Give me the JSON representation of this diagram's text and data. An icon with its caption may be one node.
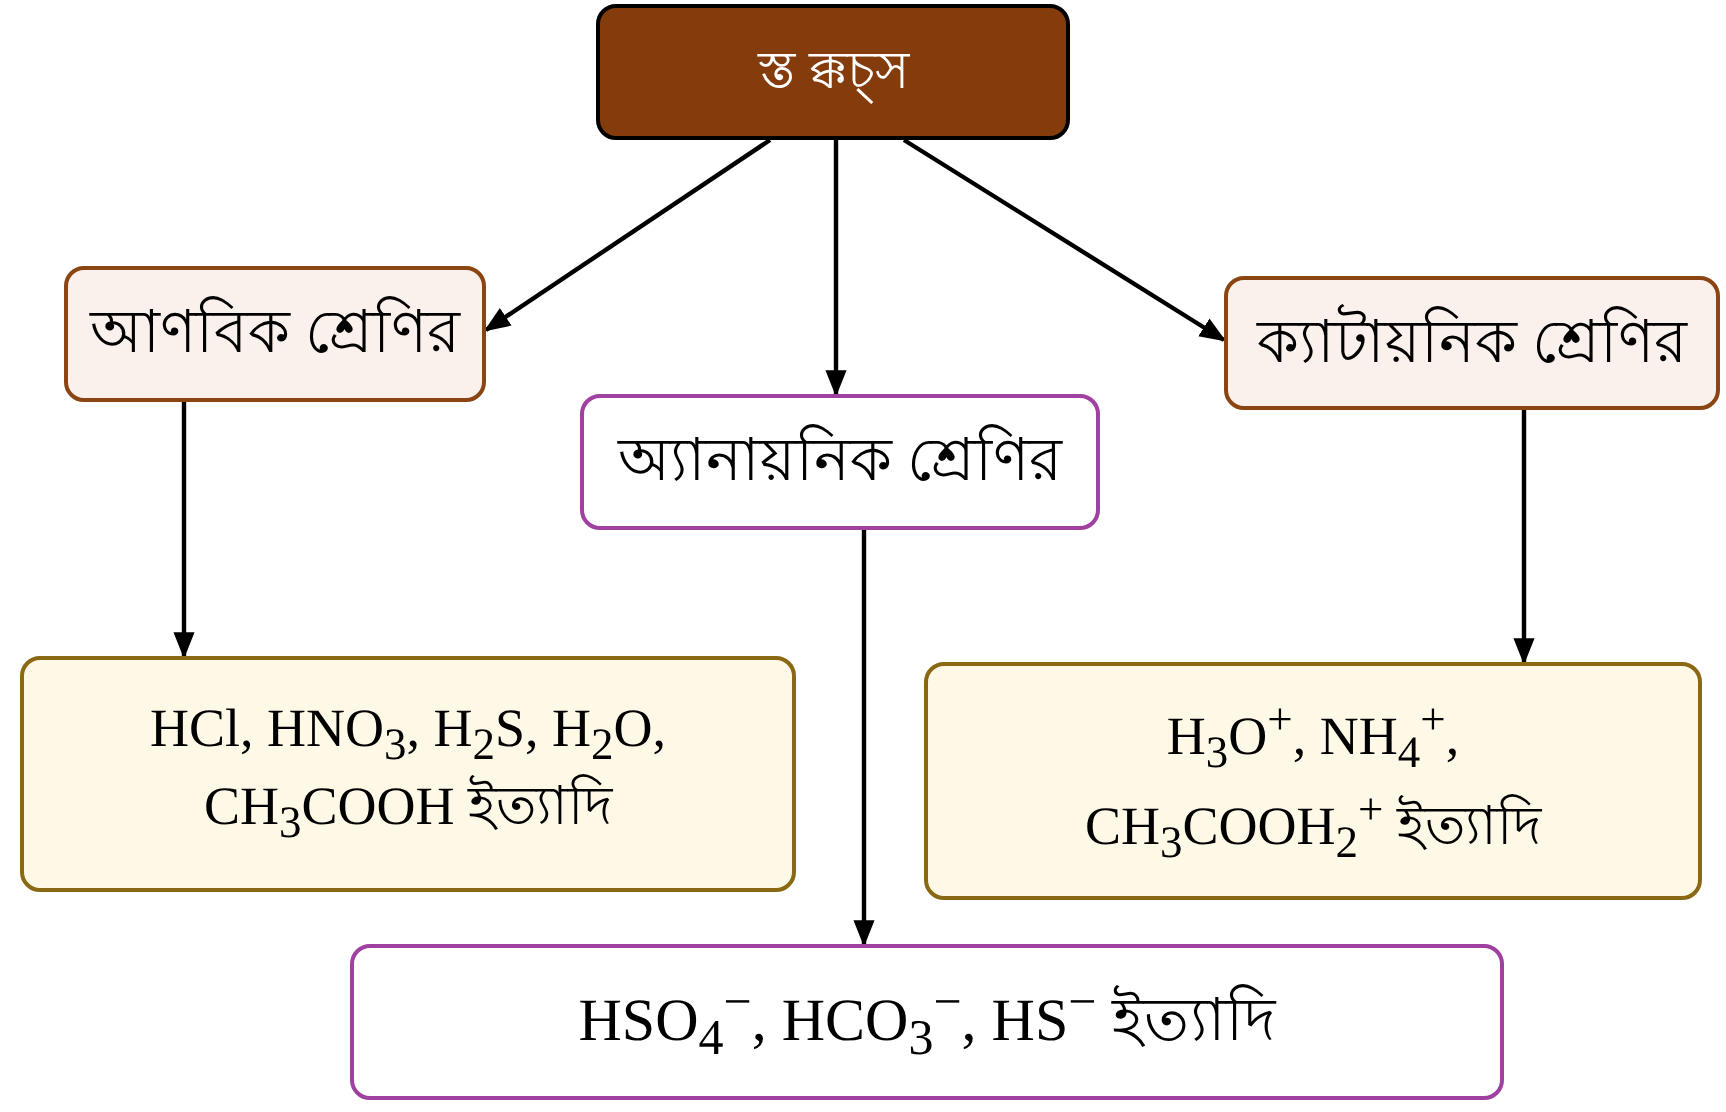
{
  "diagram": {
    "nodes": [
      {
        "text": [
          "স্ত ক্কচ্স"
        ]
      },
      {
        "text": [
          "আণবিক শ্রেণির"
        ]
      },
      {
        "text": [
          "অ্যানায়নিক শ্রেণির"
        ]
      },
      {
        "text": [
          "ক্যাটায়নিক শ্রেণির"
        ]
      },
      {
        "text": [
          "HCl, HNO$_{3}$, H$_{2}$S, H$_{2}$O, CH$_{3}$COOH ইত্যাদি"
        ]
      },
      {
        "text": [
          "H$_{3}$O$^{+}$, NH$_{4}$$^{+}$, CH$_{3}$COOH$_{2}$$^{+}$ ইত্যাদি"
        ]
      },
      {
        "text": [
          "HSO$_{4}$$^{−}$, HCO$_{3}$$^{−}$, HS$^{−}$ ইত্যাদি"
        ]
      }
    ],
    "edges": [
      {
        "from": 0,
        "to": 1,
        "arrow": "to"
      },
      {
        "from": 0,
        "to": 2,
        "arrow": "to"
      },
      {
        "from": 0,
        "to": 3,
        "arrow": "to"
      },
      {
        "from": 1,
        "to": 4,
        "arrow": "to"
      },
      {
        "from": 2,
        "to": 6,
        "arrow": "to"
      },
      {
        "from": 3,
        "to": 5,
        "arrow": "to"
      }
    ]
  }
}
